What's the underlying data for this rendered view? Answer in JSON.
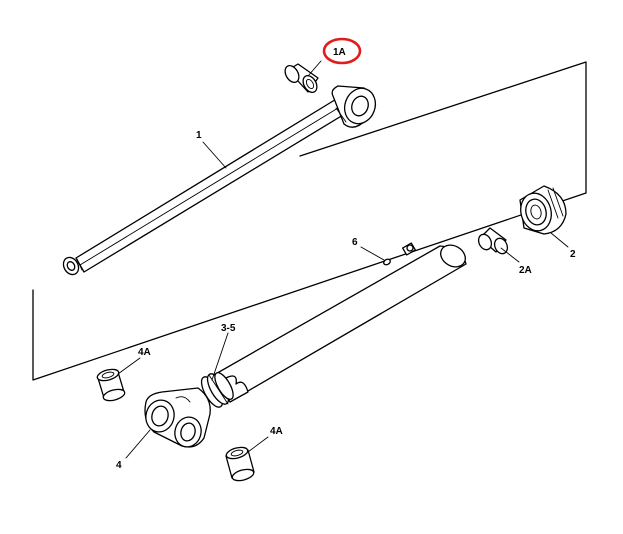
{
  "callouts": {
    "c1": "1",
    "c1A": "1A",
    "c2": "2",
    "c2A": "2A",
    "c3_5": "3-5",
    "c4": "4",
    "c4A_top": "4A",
    "c4A_bottom": "4A",
    "c6": "6"
  },
  "highlight": {
    "target": "1A",
    "color": "#e21b1b"
  }
}
